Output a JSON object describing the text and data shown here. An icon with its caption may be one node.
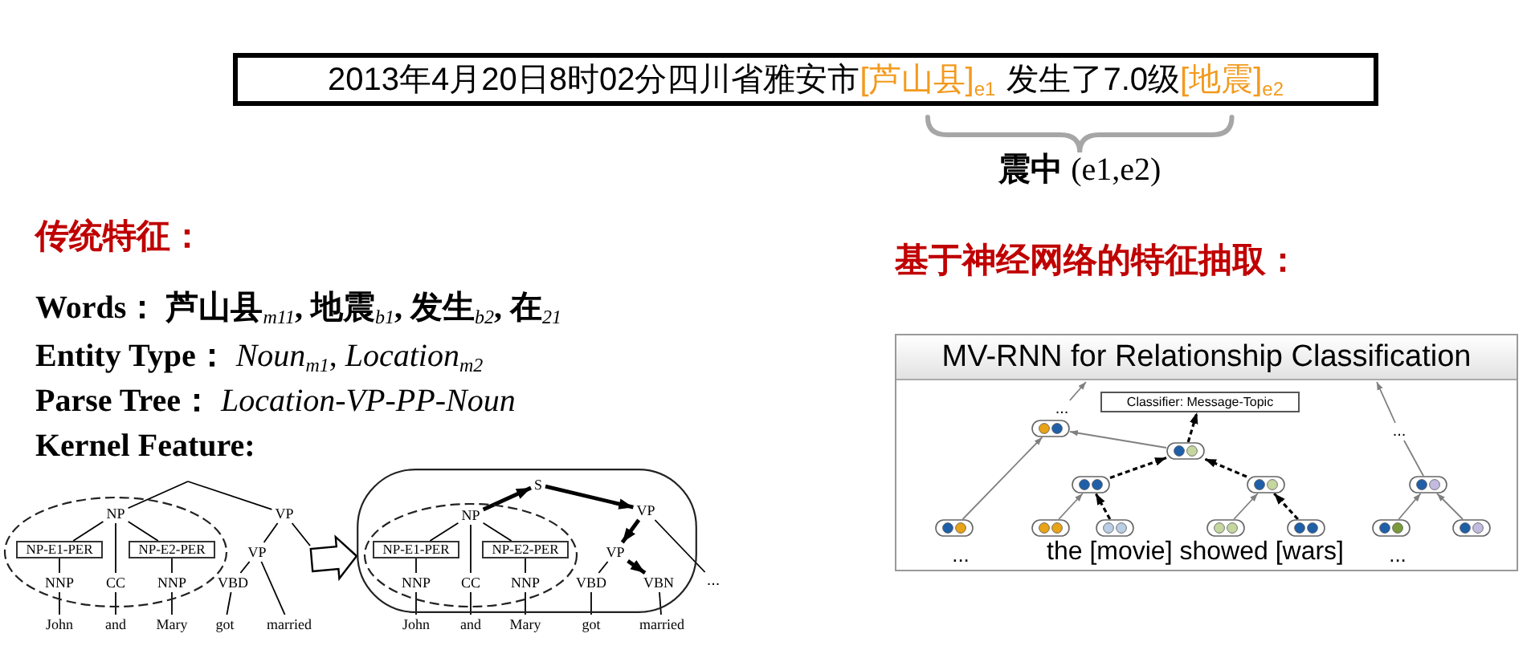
{
  "diagram": {
    "nodes": [
      {
        "text": [
          "2013年4月20日8时02分四川省雅安市",
          "[芦山县]$_{e1}$",
          "发生了7.0级",
          "[地震]$_{e2}$"
        ]
      },
      {
        "text": [],
        "shape": "ellipse"
      },
      {
        "text": [
          "NP"
        ],
        "in": 1
      },
      {
        "text": [
          "VP"
        ]
      },
      {
        "text": [
          "NP-E1-PER"
        ],
        "in": 1
      },
      {
        "text": [
          "NP-E2-PER"
        ],
        "in": 1
      },
      {
        "text": [
          "VP"
        ]
      },
      {
        "text": [
          "NNP"
        ],
        "in": 1
      },
      {
        "text": [
          "CC"
        ],
        "in": 1
      },
      {
        "text": [
          "NNP"
        ],
        "in": 1
      },
      {
        "text": [
          "VBD"
        ]
      },
      {
        "text": [
          "John"
        ]
      },
      {
        "text": [
          "and"
        ]
      },
      {
        "text": [
          "Mary"
        ]
      },
      {
        "text": [
          "got"
        ]
      },
      {
        "text": [
          "married"
        ]
      },
      {
        "text": [],
        "shape": "oval"
      },
      {
        "text": [
          "S"
        ],
        "in": 16
      },
      {
        "text": [],
        "shape": "ellipse",
        "in": 16
      },
      {
        "text": [
          "NP"
        ],
        "in": 18
      },
      {
        "text": [
          "VP"
        ],
        "in": 16
      },
      {
        "text": [
          "NP-E1-PER"
        ],
        "in": 18
      },
      {
        "text": [
          "NP-E2-PER"
        ],
        "in": 18
      },
      {
        "text": [
          "VP"
        ],
        "in": 16
      },
      {
        "text": [
          "NNP"
        ],
        "in": 18
      },
      {
        "text": [
          "CC"
        ],
        "in": 18
      },
      {
        "text": [
          "NNP"
        ],
        "in": 18
      },
      {
        "text": [
          "VBD"
        ],
        "in": 16
      },
      {
        "text": [
          "VBN"
        ],
        "in": 16
      },
      {
        "text": [
          "..."
        ]
      },
      {
        "text": [
          "John"
        ]
      },
      {
        "text": [
          "and"
        ]
      },
      {
        "text": [
          "Mary"
        ]
      },
      {
        "text": [
          "got"
        ]
      },
      {
        "text": [
          "married"
        ]
      },
      {
        "text": [
          "MV-RNN for Relationship Classification"
        ]
      },
      {
        "text": [
          "..."
        ],
        "in": 35
      },
      {
        "text": [
          "Classifier: Message-Topic"
        ],
        "in": 35
      },
      {
        "text": [],
        "shape": "pill",
        "in": 35
      },
      {
        "text": [
          "..."
        ],
        "in": 35
      },
      {
        "text": [],
        "shape": "pill",
        "in": 35
      },
      {
        "text": [],
        "shape": "pill",
        "in": 35
      },
      {
        "text": [],
        "shape": "pill",
        "in": 35
      },
      {
        "text": [],
        "shape": "pill",
        "in": 35
      },
      {
        "text": [],
        "shape": "pill",
        "in": 35
      },
      {
        "text": [],
        "shape": "pill",
        "in": 35
      },
      {
        "text": [],
        "shape": "pill",
        "in": 35
      },
      {
        "text": [],
        "shape": "pill",
        "in": 35
      },
      {
        "text": [],
        "shape": "pill",
        "in": 35
      },
      {
        "text": [],
        "shape": "pill",
        "in": 35
      },
      {
        "text": [],
        "shape": "pill",
        "in": 35
      }
    ],
    "edges": [
      {
        "from": null,
        "to": 2,
        "arrow": "none"
      },
      {
        "from": null,
        "to": 3,
        "arrow": "none"
      },
      {
        "from": 2,
        "to": 4,
        "arrow": "none"
      },
      {
        "from": 4,
        "to": 7,
        "arrow": "none"
      },
      {
        "from": 2,
        "to": 8,
        "arrow": "none"
      },
      {
        "from": 2,
        "to": 5,
        "arrow": "none"
      },
      {
        "from": 5,
        "to": 9,
        "arrow": "none"
      },
      {
        "from": 3,
        "to": 6,
        "arrow": "none"
      },
      {
        "from": 3,
        "to": null,
        "arrow": "none"
      },
      {
        "from": 6,
        "to": 10,
        "arrow": "none"
      },
      {
        "from": 6,
        "to": 15,
        "arrow": "none"
      },
      {
        "from": 7,
        "to": 11,
        "arrow": "none"
      },
      {
        "from": 8,
        "to": 12,
        "arrow": "none"
      },
      {
        "from": 9,
        "to": 13,
        "arrow": "none"
      },
      {
        "from": 10,
        "to": 14,
        "arrow": "none"
      },
      {
        "from": null,
        "to": 16,
        "arrow": "to",
        "style": "thick"
      },
      {
        "from": 19,
        "to": 17,
        "arrow": "to",
        "style": "thick"
      },
      {
        "from": 17,
        "to": 20,
        "arrow": "to",
        "style": "thick"
      },
      {
        "from": 20,
        "to": 23,
        "arrow": "to",
        "style": "thick"
      },
      {
        "from": 23,
        "to": 28,
        "arrow": "to",
        "style": "thick"
      },
      {
        "from": 20,
        "to": 29,
        "arrow": "none"
      },
      {
        "from": 19,
        "to": 21,
        "arrow": "none"
      },
      {
        "from": 21,
        "to": 24,
        "arrow": "none"
      },
      {
        "from": 19,
        "to": 25,
        "arrow": "none"
      },
      {
        "from": 19,
        "to": 22,
        "arrow": "none"
      },
      {
        "from": 22,
        "to": 26,
        "arrow": "none"
      },
      {
        "from": 23,
        "to": 27,
        "arrow": "none"
      },
      {
        "from": 27,
        "to": 33,
        "arrow": "none"
      },
      {
        "from": 24,
        "to": 30,
        "arrow": "none"
      },
      {
        "from": 25,
        "to": 31,
        "arrow": "none"
      },
      {
        "from": 26,
        "to": 32,
        "arrow": "none"
      },
      {
        "from": 28,
        "to": 34,
        "arrow": "none"
      },
      {
        "from": 36,
        "to": null,
        "arrow": "to",
        "color": "#808080"
      },
      {
        "from": 39,
        "to": null,
        "arrow": "to",
        "color": "#808080"
      },
      {
        "from": 43,
        "to": 39,
        "arrow": "none",
        "color": "#808080"
      },
      {
        "from": 40,
        "to": 38,
        "arrow": "to",
        "color": "#808080"
      },
      {
        "from": 40,
        "to": 37,
        "arrow": "to",
        "style": "dashed"
      },
      {
        "from": 41,
        "to": 40,
        "arrow": "to",
        "style": "dashed"
      },
      {
        "from": 42,
        "to": 40,
        "arrow": "to",
        "style": "dashed"
      },
      {
        "from": 44,
        "to": 38,
        "arrow": "to",
        "color": "#808080"
      },
      {
        "from": 45,
        "to": 41,
        "arrow": "to",
        "color": "#808080"
      },
      {
        "from": 46,
        "to": 41,
        "arrow": "to",
        "style": "dashed"
      },
      {
        "from": 47,
        "to": 42,
        "arrow": "to",
        "color": "#808080"
      },
      {
        "from": 48,
        "to": 42,
        "arrow": "to",
        "style": "dashed"
      },
      {
        "from": 49,
        "to": 43,
        "arrow": "to",
        "color": "#808080"
      },
      {
        "from": 50,
        "to": 43,
        "arrow": "to",
        "color": "#808080"
      }
    ],
    "labels": [
      "**震中** (e1,e2)",
      "传统特征：",
      "基于神经网络的特征抽取：",
      "Words： 芦山县$_{m11}$, 地震$_{b1}$, 发生$_{b2}$, 在$_{21}$",
      "**Entity Type：** *Noun*$_{m1}$, *Location*$_{m2}$",
      "**Parse Tree：** *Location-VP-PP-Noun*",
      "Kernel Feature:",
      "...",
      "the [movie] showed [wars]",
      "..."
    ]
  }
}
